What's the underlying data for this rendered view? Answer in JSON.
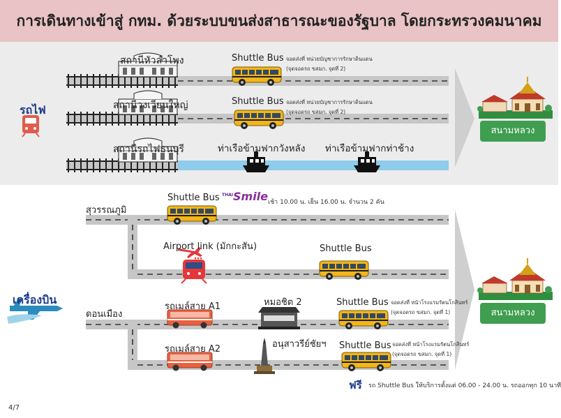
{
  "title": "การเดินทางเข้าสู่ กทม. ด้วยระบบขนส่งสาธารณะของรัฐบาล โดยกระทรวงคมนาคม",
  "train": {
    "mode_label": "รถไฟ",
    "stations": [
      "สถานีหัวลำโพง",
      "สถานีวงเวียนใหญ่",
      "สถานีรถไฟธนบุรี"
    ],
    "shuttle_label": "Shuttle Bus",
    "shuttle_notes": [
      [
        "จอดส่งที่ หน่วยบัญชาการรักษาดินแดน",
        "(จุดจอดรถ ขสมก. จุดที่ 2)"
      ],
      [
        "จอดส่งที่ หน่วยบัญชาการรักษาดินแดน",
        "(จุดจอดรถ ขสมก. จุดที่ 2)"
      ]
    ],
    "piers": [
      "ท่าเรือข้ามฟากวังหลัง",
      "ท่าเรือข้ามฟากท่าช้าง"
    ],
    "destination": "สนามหลวง"
  },
  "air": {
    "mode_label": "เครื่องบิน",
    "suvarnabhumi": {
      "name": "สุวรรณภูมิ",
      "shuttle_label": "Shuttle Bus",
      "brand": "Smile",
      "brand_prefix": "THAI",
      "schedule": "เช้า 10.00 น. เย็น 16.00 น. จำนวน 2 คัน",
      "airport_link": "Airport link (มักกะสัน)",
      "shuttle2_label": "Shuttle Bus"
    },
    "donmueang": {
      "name": "ดอนเมือง",
      "bus_a1": "รถเมล์สาย A1",
      "bus_a2": "รถเมล์สาย A2",
      "mochit": "หมอชิต 2",
      "victory": "อนุสาวรีย์ชัยฯ",
      "shuttle_label": "Shuttle Bus",
      "notes": [
        [
          "จอดส่งที่ หน้าโรงแรมรัตนโกสินทร์",
          "(จุดจอดรถ ขสมก. จุดที่ 1)"
        ],
        [
          "จอดส่งที่ หน้าโรงแรมรัตนโกสินทร์",
          "(จุดจอดรถ ขสมก. จุดที่ 1)"
        ]
      ]
    },
    "destination": "สนามหลวง"
  },
  "footer": {
    "free_word": "ฟรี",
    "free_text": "รถ Shuttle Bus ให้บริการตั้งแต่ 06.00 - 24.00 น. รถออกทุก 10 นาที",
    "page": "4/7"
  },
  "colors": {
    "header_bg": "#e9c3c5",
    "destination_green": "#3f9e4f",
    "road_gray": "#c6c6c6",
    "river_blue": "#8fcbea",
    "bus_yellow": "#f2b51a",
    "city_bus_orange": "#e9613f",
    "mode_label_blue": "#1a3a8a"
  }
}
